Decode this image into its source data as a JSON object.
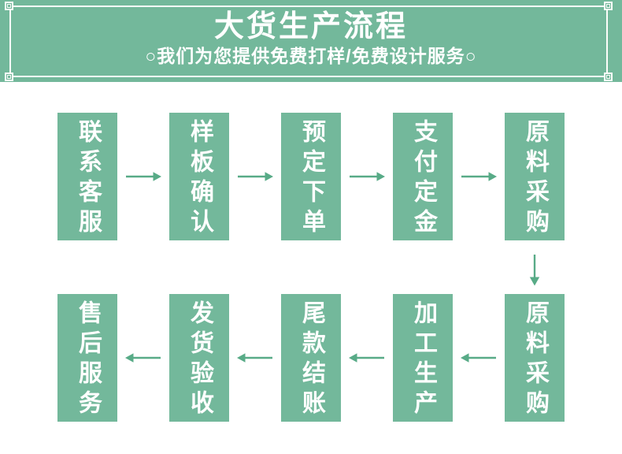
{
  "header": {
    "title": "大货生产流程",
    "subtitle": "○我们为您提供免费打样/免费设计服务○"
  },
  "flow": {
    "top_row": {
      "direction": "left-to-right",
      "steps": [
        "联系客服",
        "样板确认",
        "预定下单",
        "支付定金",
        "原料采购"
      ]
    },
    "connector": "arrow-down from top-row last step to bottom-row last step",
    "bottom_row": {
      "direction": "right-to-left",
      "steps": [
        "售后服务",
        "发货验收",
        "尾款结账",
        "加工生产",
        "原料采购"
      ]
    }
  },
  "icons": {
    "arrow_right": "→",
    "arrow_left": "←",
    "arrow_down": "↓",
    "corner_ornament": "nested-square"
  },
  "colors": {
    "banner_bg": "#73b89b",
    "step_bg": "#73b89b",
    "frame": "#fdfdfb",
    "arrow": "#58ab87",
    "text": "#ffffff",
    "page_bg": "#ffffff"
  }
}
